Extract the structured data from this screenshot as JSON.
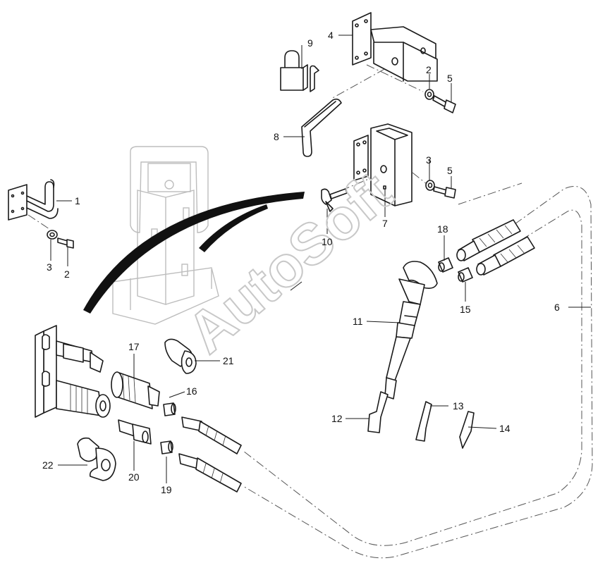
{
  "watermark": "AutoSoft",
  "callouts": [
    {
      "id": "c1",
      "label": "1"
    },
    {
      "id": "c2a",
      "label": "2"
    },
    {
      "id": "c2b",
      "label": "2"
    },
    {
      "id": "c3a",
      "label": "3"
    },
    {
      "id": "c3b",
      "label": "3"
    },
    {
      "id": "c4",
      "label": "4"
    },
    {
      "id": "c5a",
      "label": "5"
    },
    {
      "id": "c5b",
      "label": "5"
    },
    {
      "id": "c6",
      "label": "6"
    },
    {
      "id": "c7",
      "label": "7"
    },
    {
      "id": "c8",
      "label": "8"
    },
    {
      "id": "c9",
      "label": "9"
    },
    {
      "id": "c10",
      "label": "10"
    },
    {
      "id": "c11",
      "label": "11"
    },
    {
      "id": "c12",
      "label": "12"
    },
    {
      "id": "c13",
      "label": "13"
    },
    {
      "id": "c14",
      "label": "14"
    },
    {
      "id": "c15",
      "label": "15"
    },
    {
      "id": "c16",
      "label": "16"
    },
    {
      "id": "c17",
      "label": "17"
    },
    {
      "id": "c18",
      "label": "18"
    },
    {
      "id": "c19",
      "label": "19"
    },
    {
      "id": "c20",
      "label": "20"
    },
    {
      "id": "c21",
      "label": "21"
    },
    {
      "id": "c22",
      "label": "22"
    }
  ]
}
